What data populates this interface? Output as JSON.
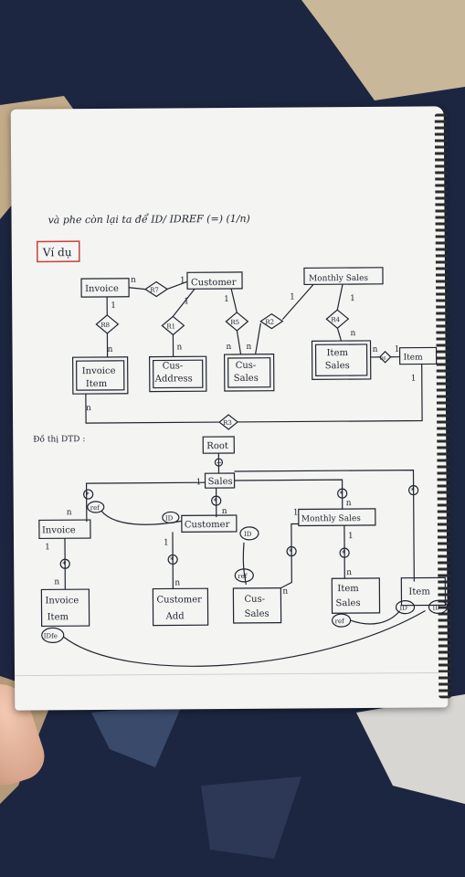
{
  "note": {
    "header_line": "và phe còn lại ta để  ID/ IDREF (=) (1/n)",
    "example_label": "Ví dụ",
    "dtd_label": "Đồ thị DTD :"
  },
  "er": {
    "invoice": "Invoice",
    "customer": "Customer",
    "monthly_sales": "Monthly Sales",
    "invoice_item_1": "Invoice",
    "invoice_item_2": "Item",
    "cus_address_1": "Cus-",
    "cus_address_2": "Address",
    "cus_sales_1": "Cus-",
    "cus_sales_2": "Sales",
    "item_sales_1": "Item",
    "item_sales_2": "Sales",
    "item": "Item",
    "r1": "R1",
    "r2": "R2",
    "r3": "R3",
    "r4": "R4",
    "r5": "R5",
    "r6": "R6",
    "r7": "R7",
    "r8": "R8"
  },
  "dtd": {
    "root": "Root",
    "sales": "Sales",
    "invoice": "Invoice",
    "customer": "Customer",
    "monthly_sales": "Monthly Sales",
    "invoice_item_1": "Invoice",
    "invoice_item_2": "Item",
    "customer_addr_1": "Customer",
    "customer_addr_2": "Add",
    "cus_sales_1": "Cus-",
    "cus_sales_2": "Sales",
    "item_sales_1": "Item",
    "item_sales_2": "Sales",
    "item": "Item",
    "ref": "ref",
    "id": "ID",
    "idfe": "IDfe"
  },
  "cardinality": {
    "one": "1",
    "many": "n",
    "star": "*",
    "plus": "+"
  },
  "colors": {
    "paper": "#f4f4f2",
    "ink": "#1f2430",
    "margin_red": "#c9403a",
    "fabric": "#1f2a44"
  }
}
